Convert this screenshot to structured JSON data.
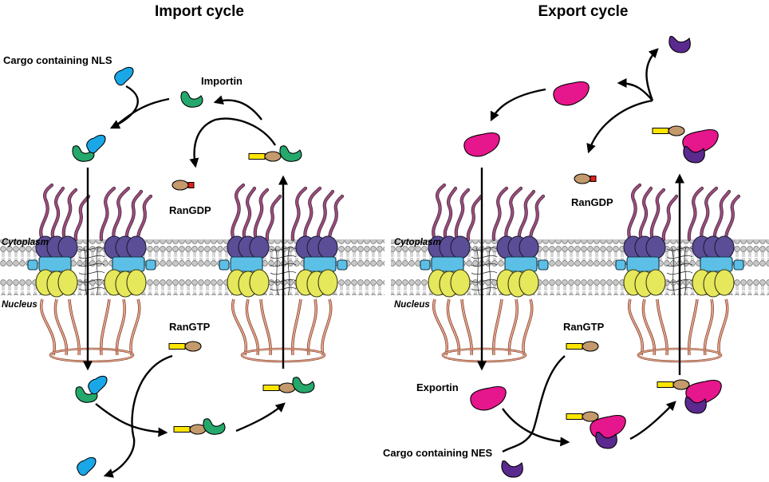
{
  "import_cycle": {
    "title": "Import cycle",
    "cargo_label": "Cargo containing NLS",
    "carrier_label": "Importin",
    "ran_gdp_label": "RanGDP",
    "ran_gtp_label": "RanGTP",
    "cytoplasm_label": "Cytoplasm",
    "nucleus_label": "Nucleus"
  },
  "export_cycle": {
    "title": "Export cycle",
    "cargo_label": "Cargo containing NES",
    "carrier_label": "Exportin",
    "ran_gdp_label": "RanGDP",
    "ran_gtp_label": "RanGTP",
    "cytoplasm_label": "Cytoplasm",
    "nucleus_label": "Nucleus"
  },
  "colors": {
    "nls_cargo": "#1aa7e8",
    "importin": "#24a86b",
    "exportin": "#e6168c",
    "nes_cargo": "#5b2a8f",
    "ran": "#c49a6c",
    "gdp_tag": "#e0201b",
    "gtp_tag": "#ffe600",
    "pore_top": "#5b4e96",
    "pore_middle": "#5cbfe6",
    "pore_bottom": "#e6e85c",
    "pore_filaments": "#9b4d7c",
    "basket_filaments": "#d98a6a",
    "membrane_heads": "#c8c8c8",
    "arrow": "#000000"
  }
}
